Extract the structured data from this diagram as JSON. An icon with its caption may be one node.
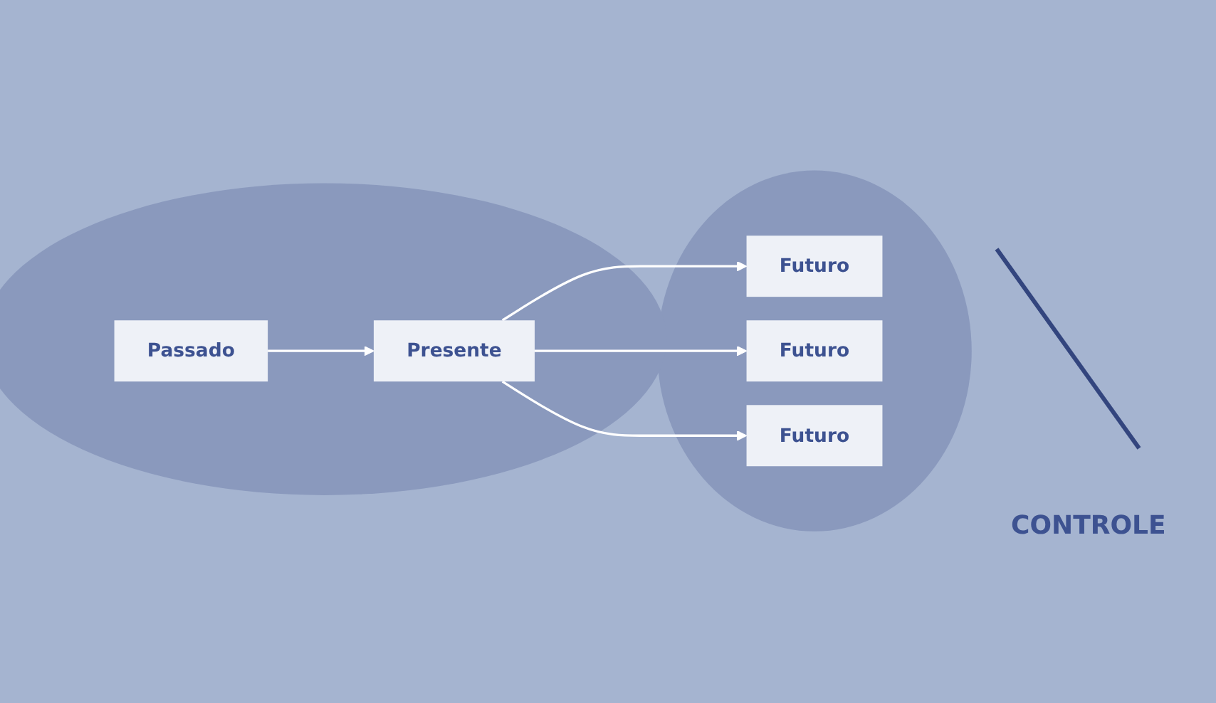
{
  "diagram": {
    "nodes": [
      {
        "text": [],
        "shape": "ellipse"
      },
      {
        "text": [
          "Passado"
        ],
        "in": 0
      },
      {
        "text": [
          "Presente"
        ],
        "in": 0
      },
      {
        "text": [],
        "shape": "ellipse"
      },
      {
        "text": [
          "Futuro"
        ],
        "in": 3
      },
      {
        "text": [
          "Futuro"
        ],
        "in": 3
      },
      {
        "text": [
          "Futuro"
        ],
        "in": 3
      }
    ],
    "edges": [
      {
        "from": 1,
        "to": 2,
        "arrow": "to"
      },
      {
        "from": 2,
        "to": 4,
        "arrow": "to"
      },
      {
        "from": 2,
        "to": 5,
        "arrow": "to"
      },
      {
        "from": 2,
        "to": 6,
        "arrow": "to"
      }
    ],
    "labels": [
      "CONTROLE"
    ]
  }
}
